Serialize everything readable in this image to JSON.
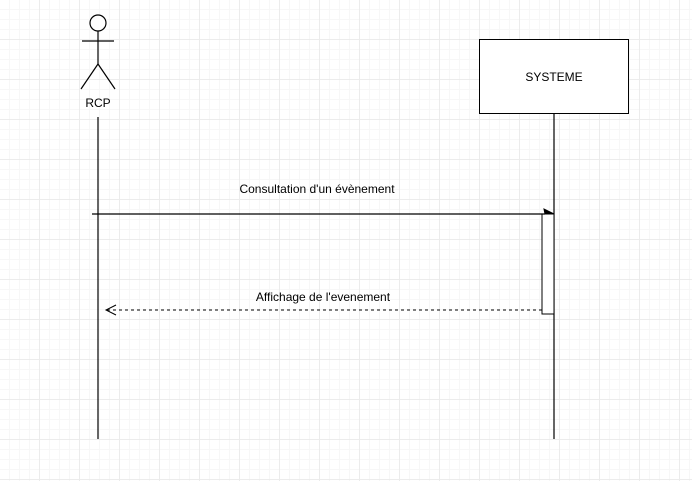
{
  "diagram": {
    "actor": {
      "name": "RCP"
    },
    "system": {
      "name": "SYSTEME"
    },
    "messages": [
      {
        "label": "Consultation d'un évènement",
        "kind": "synchronous"
      },
      {
        "label": "Affichage de l'evenement",
        "kind": "return"
      }
    ]
  }
}
